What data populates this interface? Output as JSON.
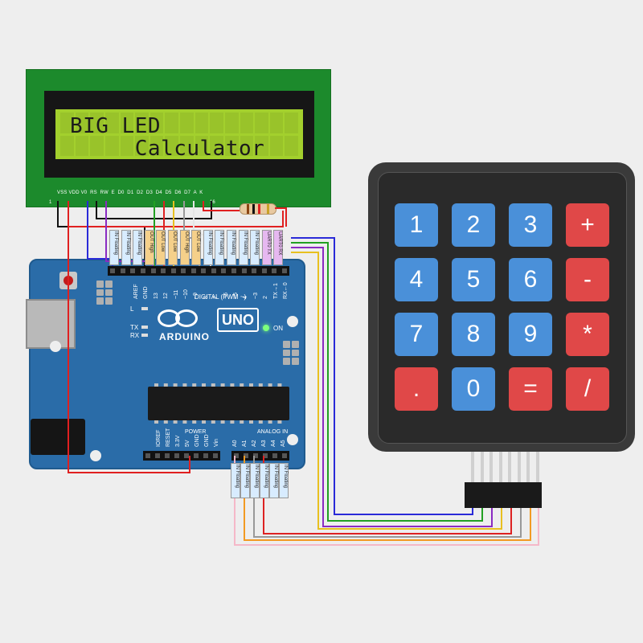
{
  "lcd": {
    "line1": "BIG LED",
    "line2": "     Calculator",
    "pin_labels": "VSS VDD V0  RS  RW  E  D0  D1  D2  D3  D4  D5  D6  D7  A  K",
    "pin_1": "1",
    "pin_16": "16"
  },
  "pin_tags": {
    "top": [
      {
        "text": "IN Floating",
        "color": "#d8ecff"
      },
      {
        "text": "IN Floating",
        "color": "#d8ecff"
      },
      {
        "text": "IN Floating",
        "color": "#d8ecff"
      },
      {
        "text": "OUT High",
        "color": "#f5d08a"
      },
      {
        "text": "OUT Low",
        "color": "#f5d08a"
      },
      {
        "text": "OUT Low",
        "color": "#f5d08a"
      },
      {
        "text": "OUT High",
        "color": "#f5d08a"
      },
      {
        "text": "OUT Low",
        "color": "#f5d08a"
      },
      {
        "text": "IN Floating",
        "color": "#d8ecff"
      },
      {
        "text": "IN Floating",
        "color": "#d8ecff"
      },
      {
        "text": "IN Floating",
        "color": "#d8ecff"
      },
      {
        "text": "IN Floating",
        "color": "#d8ecff"
      },
      {
        "text": "IN Floating",
        "color": "#d8ecff"
      },
      {
        "text": "UART0 TX",
        "color": "#e6b8f0"
      },
      {
        "text": "UART0 RX",
        "color": "#e6b8f0"
      }
    ],
    "bottom": [
      {
        "text": "IN Floating",
        "color": "#d8ecff"
      },
      {
        "text": "IN Floating",
        "color": "#d8ecff"
      },
      {
        "text": "IN Floating",
        "color": "#d8ecff"
      },
      {
        "text": "IN Floating",
        "color": "#d8ecff"
      },
      {
        "text": "IN Floating",
        "color": "#d8ecff"
      },
      {
        "text": "IN Floating",
        "color": "#d8ecff"
      }
    ]
  },
  "board": {
    "digital_pins": [
      "AREF",
      "GND",
      "13",
      "12",
      "~11",
      "~10",
      "~9",
      "8",
      "7",
      "~6",
      "~5",
      "4",
      "~3",
      "2",
      "TX→1",
      "RX←0"
    ],
    "digital_label": "DIGITAL (PWM ~)",
    "logo": "ARDUINO",
    "model": "UNO",
    "led_on": "ON",
    "led_l": "L",
    "led_tx": "TX",
    "led_rx": "RX",
    "power_pins": [
      "IOREF",
      "RESET",
      "3.3V",
      "5V",
      "GND",
      "GND",
      "Vin"
    ],
    "power_label": "POWER",
    "analog_pins": [
      "A0",
      "A1",
      "A2",
      "A3",
      "A4",
      "A5"
    ],
    "analog_label": "ANALOG IN"
  },
  "keypad": {
    "keys": [
      {
        "label": "1",
        "style": "blue"
      },
      {
        "label": "2",
        "style": "blue"
      },
      {
        "label": "3",
        "style": "blue"
      },
      {
        "label": "+",
        "style": "red"
      },
      {
        "label": "4",
        "style": "blue"
      },
      {
        "label": "5",
        "style": "blue"
      },
      {
        "label": "6",
        "style": "blue"
      },
      {
        "label": "-",
        "style": "red"
      },
      {
        "label": "7",
        "style": "blue"
      },
      {
        "label": "8",
        "style": "blue"
      },
      {
        "label": "9",
        "style": "blue"
      },
      {
        "label": "*",
        "style": "red"
      },
      {
        "label": ".",
        "style": "red"
      },
      {
        "label": "0",
        "style": "blue"
      },
      {
        "label": "=",
        "style": "red"
      },
      {
        "label": "/",
        "style": "red"
      }
    ]
  },
  "colors": {
    "lcd_pcb": "#1c8a2c",
    "lcd_screen": "#a3d02d",
    "board": "#2a6ca8",
    "key_blue": "#4a90d9",
    "key_red": "#e04848",
    "wire_red": "#e02020",
    "wire_black": "#111111"
  }
}
